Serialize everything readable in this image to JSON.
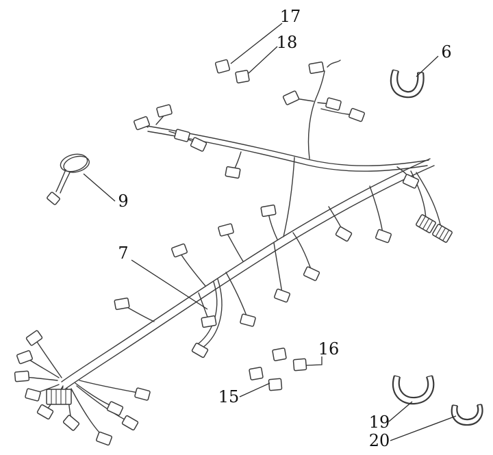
{
  "callouts": {
    "c6": "6",
    "c7": "7",
    "c9": "9",
    "c15": "15",
    "c16": "16",
    "c17": "17",
    "c18": "18",
    "c19": "19",
    "c20": "20"
  },
  "colors": {
    "line": "#3a3a3a",
    "label": "#111111",
    "background": "#ffffff"
  }
}
